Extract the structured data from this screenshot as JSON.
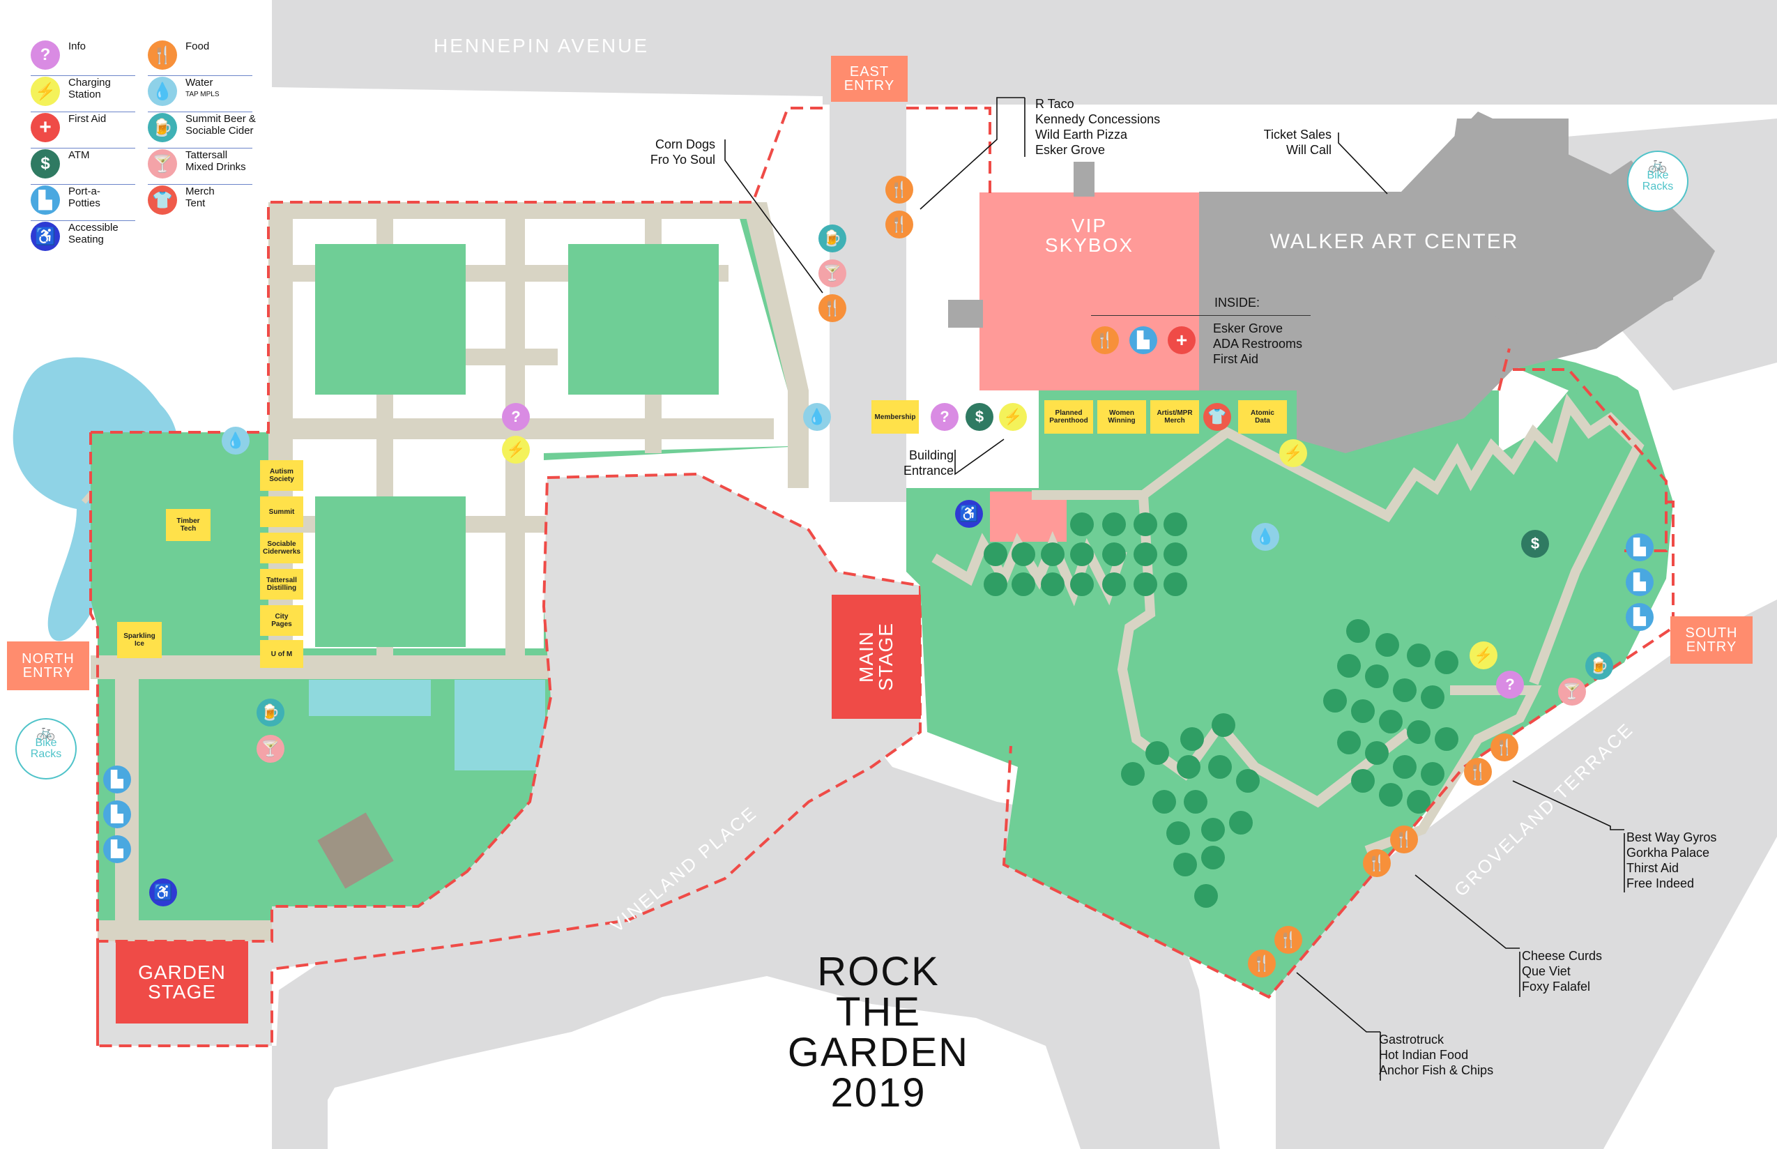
{
  "legend": {
    "items": [
      {
        "icon": "info-icon",
        "label": "Info",
        "sub": "",
        "color": "#d98be3"
      },
      {
        "icon": "charging-icon",
        "label": "Charging\nStation",
        "sub": "",
        "color": "#f4f25a"
      },
      {
        "icon": "first-aid-icon",
        "label": "First Aid",
        "sub": "",
        "color": "#ef4b47"
      },
      {
        "icon": "atm-icon",
        "label": "ATM",
        "sub": "",
        "color": "#2f7a62"
      },
      {
        "icon": "toilet-icon",
        "label": "Port-a-\nPotties",
        "sub": "",
        "color": "#4aa8e0"
      },
      {
        "icon": "wheelchair-icon",
        "label": "Accessible\nSeating",
        "sub": "",
        "color": "#2e3ad3"
      },
      {
        "icon": "food-icon",
        "label": "Food",
        "sub": "",
        "color": "#f7903a"
      },
      {
        "icon": "water-icon",
        "label": "Water",
        "sub": "TAP MPLS",
        "color": "#8ed1e8"
      },
      {
        "icon": "beer-icon",
        "label": "Summit Beer &\nSociable Cider",
        "sub": "",
        "color": "#3fb1b5"
      },
      {
        "icon": "cocktail-icon",
        "label": "Tattersall\nMixed Drinks",
        "sub": "",
        "color": "#f4a3a8"
      },
      {
        "icon": "shirt-icon",
        "label": "Merch\nTent",
        "sub": "",
        "color": "#ef5a4a"
      }
    ]
  },
  "streets": {
    "hennepin": "HENNEPIN AVENUE",
    "vineland": "VINELAND PLACE",
    "groveland": "GROVELAND TERRACE"
  },
  "entries": {
    "east": "EAST\nENTRY",
    "north": "NORTH\nENTRY",
    "south": "SOUTH\nENTRY"
  },
  "stages": {
    "main": "MAIN\nSTAGE",
    "garden": "GARDEN\nSTAGE"
  },
  "buildings": {
    "vip": "VIP\nSKYBOX",
    "walker": "WALKER ART CENTER"
  },
  "inside": {
    "heading": "INSIDE:",
    "items": "Esker Grove\nADA Restrooms\nFirst Aid"
  },
  "bike_racks": "Bike\nRacks",
  "vendors": {
    "autism": "Autism\nSociety",
    "summit": "Summit",
    "sociable": "Sociable\nCiderwerks",
    "tattersall": "Tattersall\nDistilling",
    "city_pages": "City\nPages",
    "u_of_m": "U of M",
    "timber": "Timber\nTech",
    "sparkling": "Sparkling\nIce",
    "membership": "Membership",
    "planned": "Planned\nParenthood",
    "women": "Women\nWinning",
    "artist": "Artist/MPR\nMerch",
    "atomic": "Atomic\nData"
  },
  "callouts": {
    "corn_dogs": "Corn Dogs\nFro Yo Soul",
    "r_taco": "R Taco\nKennedy Concessions\nWild Earth Pizza\nEsker Grove",
    "ticket": "Ticket Sales\nWill Call",
    "building_entrance": "Building\nEntrance",
    "best_way": "Best Way Gyros\nGorkha Palace\nThirst Aid\nFree Indeed",
    "cheese_curds": "Cheese Curds\nQue Viet\nFoxy Falafel",
    "gastrotruck": "Gastrotruck\nHot Indian Food\nAnchor Fish & Chips"
  },
  "title": "ROCK\nTHE\nGARDEN\n2019",
  "colors": {
    "road": "#dcdcdd",
    "grass": "#6fce96",
    "path": "#d8d4c4",
    "tree": "#2f9e64",
    "gravel": "#dedede",
    "lake": "#8fd3e6",
    "building": "#a8a8a8",
    "vip": "#ff9a98",
    "fence": "#ef4b47"
  }
}
